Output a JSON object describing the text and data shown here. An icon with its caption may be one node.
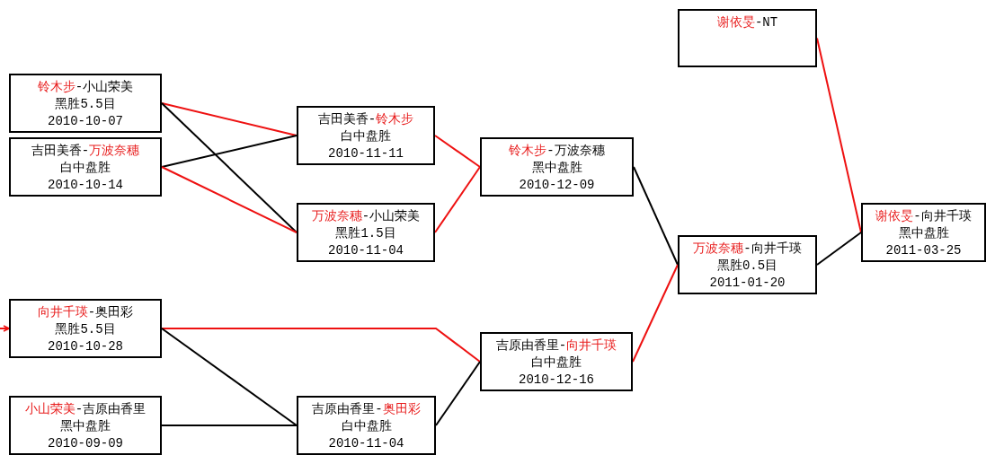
{
  "diagram": {
    "nodes": [
      {
        "text": [
          "铃木步-小山荣美",
          "黑胜5.5目",
          "2010-10-07"
        ]
      },
      {
        "text": [
          "吉田美香-万波奈穗",
          "白中盘胜",
          "2010-10-14"
        ]
      },
      {
        "text": [
          "向井千瑛-奥田彩",
          "黑胜5.5目",
          "2010-10-28"
        ]
      },
      {
        "text": [
          "小山荣美-吉原由香里",
          "黑中盘胜",
          "2010-09-09"
        ]
      },
      {
        "text": [
          "吉田美香-铃木步",
          "白中盘胜",
          "2010-11-11"
        ]
      },
      {
        "text": [
          "万波奈穗-小山荣美",
          "黑胜1.5目",
          "2010-11-04"
        ]
      },
      {
        "text": [
          "吉原由香里-奥田彩",
          "白中盘胜",
          "2010-11-04"
        ]
      },
      {
        "text": [
          "铃木步-万波奈穗",
          "黑中盘胜",
          "2010-12-09"
        ]
      },
      {
        "text": [
          "吉原由香里-向井千瑛",
          "白中盘胜",
          "2010-12-16"
        ]
      },
      {
        "text": [
          "谢依旻-NT"
        ]
      },
      {
        "text": [
          "万波奈穗-向井千瑛",
          "黑胜0.5目",
          "2011-01-20"
        ]
      },
      {
        "text": [
          "谢依旻-向井千瑛",
          "黑中盘胜",
          "2011-03-25"
        ]
      }
    ],
    "edges": [
      {
        "from": null,
        "to": 2,
        "arrow": "to"
      },
      {
        "from": 0,
        "to": 4,
        "arrow": "none"
      },
      {
        "from": 0,
        "to": 5,
        "arrow": "none",
        "color": "#000000"
      },
      {
        "from": 1,
        "to": 4,
        "arrow": "none",
        "color": "#000000"
      },
      {
        "from": 1,
        "to": 5,
        "arrow": "none"
      },
      {
        "from": 2,
        "to": 8,
        "arrow": "none"
      },
      {
        "from": 2,
        "to": 6,
        "arrow": "none",
        "color": "#000000"
      },
      {
        "from": 3,
        "to": 6,
        "arrow": "none",
        "color": "#000000"
      },
      {
        "from": 4,
        "to": 7,
        "arrow": "none"
      },
      {
        "from": 5,
        "to": 7,
        "arrow": "none"
      },
      {
        "from": 6,
        "to": 8,
        "arrow": "none",
        "color": "#000000"
      },
      {
        "from": 7,
        "to": 10,
        "arrow": "none",
        "color": "#000000"
      },
      {
        "from": 8,
        "to": 10,
        "arrow": "none"
      },
      {
        "from": 9,
        "to": 11,
        "arrow": "none"
      },
      {
        "from": 10,
        "to": 11,
        "arrow": "none",
        "color": "#000000"
      }
    ]
  }
}
